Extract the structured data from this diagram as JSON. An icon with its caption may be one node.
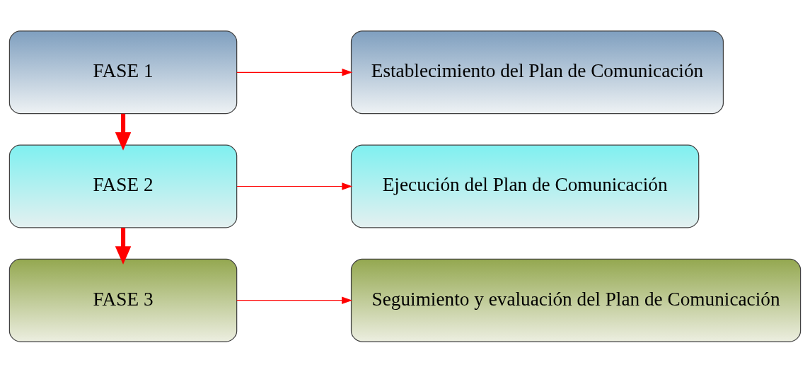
{
  "diagram": {
    "nodes": [
      {
        "text": [
          "FASE 1"
        ]
      },
      {
        "text": [
          "Establecimiento del Plan de Comunicación"
        ]
      },
      {
        "text": [
          "FASE 2"
        ]
      },
      {
        "text": [
          "Ejecución del Plan de Comunicación"
        ]
      },
      {
        "text": [
          "FASE 3"
        ]
      },
      {
        "text": [
          "Seguimiento y evaluación del Plan de Comunicación"
        ]
      }
    ],
    "edges": [
      {
        "from": 0,
        "to": 1,
        "arrow": "to"
      },
      {
        "from": 0,
        "to": 2,
        "arrow": "to",
        "style": "thick"
      },
      {
        "from": 2,
        "to": 3,
        "arrow": "to"
      },
      {
        "from": 2,
        "to": 4,
        "arrow": "to",
        "style": "thick"
      },
      {
        "from": 4,
        "to": 5,
        "arrow": "to"
      }
    ]
  }
}
